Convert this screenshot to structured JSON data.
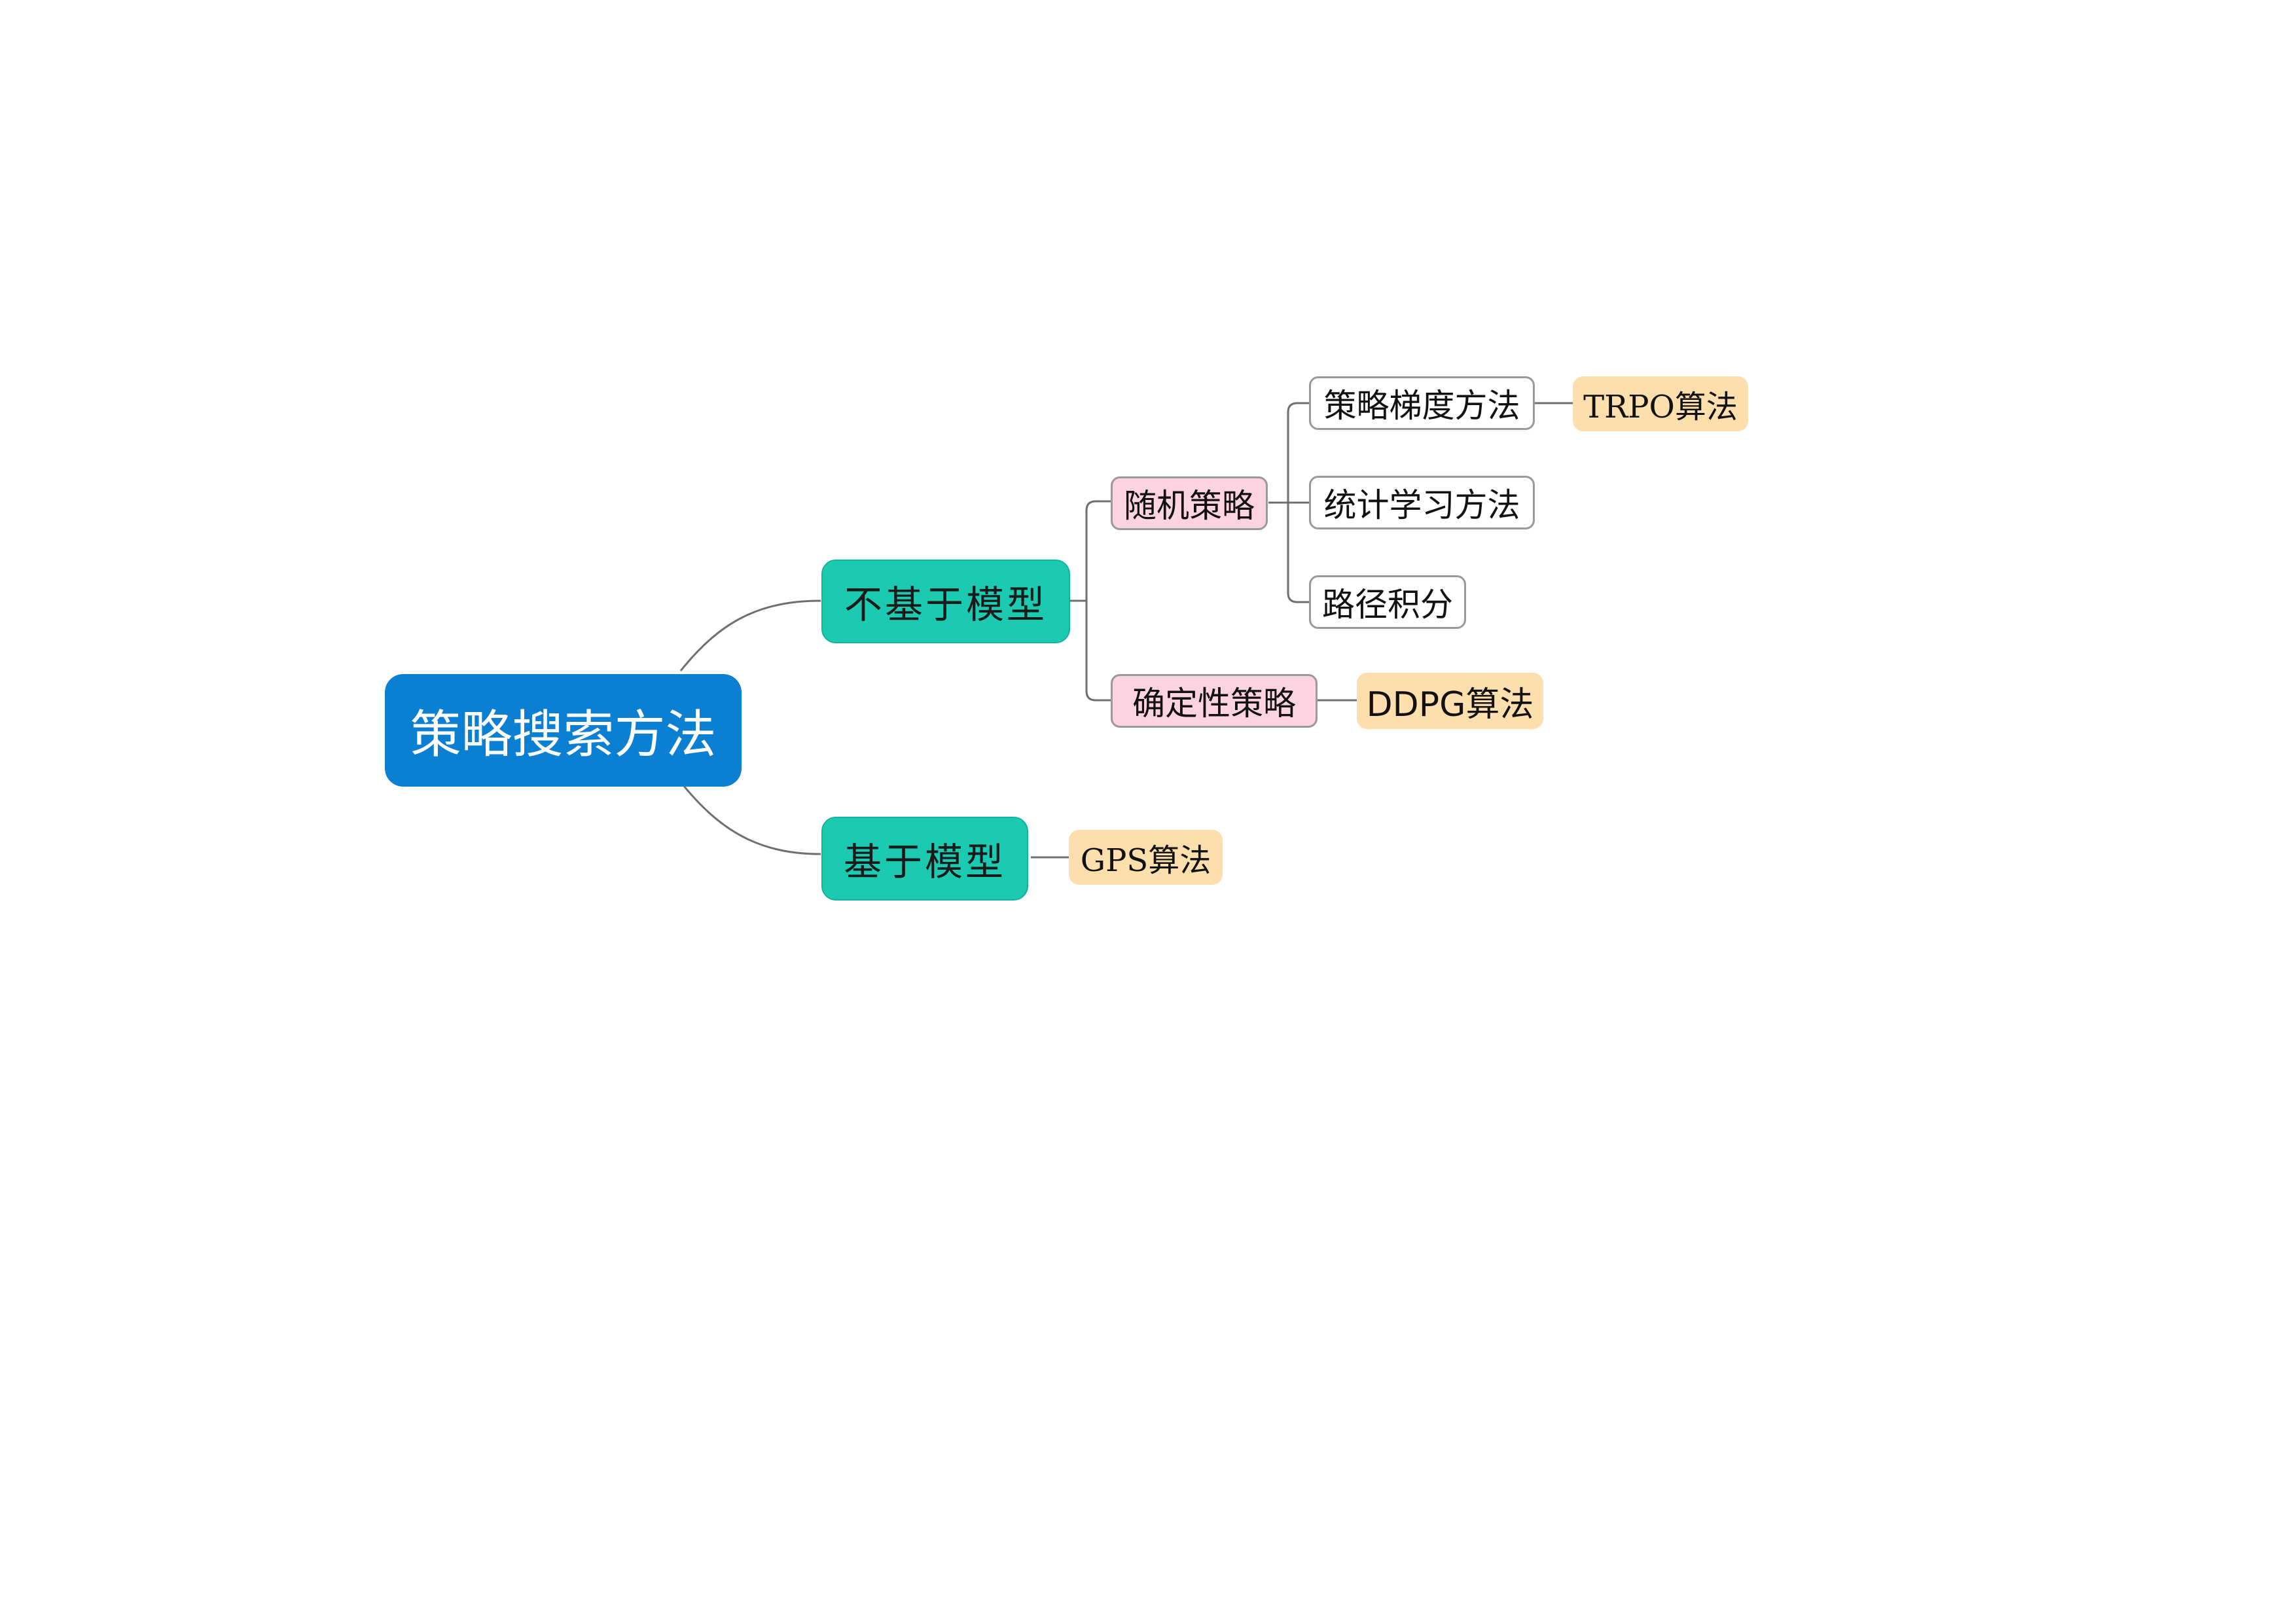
{
  "mindmap": {
    "root": {
      "label": "策略搜索方法"
    },
    "model_free": {
      "label": "不基于模型",
      "stochastic": {
        "label": "随机策略",
        "policy_gradient": {
          "label": "策略梯度方法",
          "algorithm": "TRPO算法"
        },
        "statistical_learning": {
          "label": "统计学习方法"
        },
        "path_integral": {
          "label": "路径积分"
        }
      },
      "deterministic": {
        "label": "确定性策略",
        "algorithm": "DDPG算法"
      }
    },
    "model_based": {
      "label": "基于模型",
      "algorithm": "GPS算法"
    }
  },
  "colors": {
    "root_fill": "#0b7fd1",
    "main_branch_fill": "#1bcab0",
    "policy_type_fill": "#fdd3e3",
    "method_fill": "#ffffff",
    "algorithm_fill": "#fddfad",
    "connector": "#6f6f6f"
  }
}
